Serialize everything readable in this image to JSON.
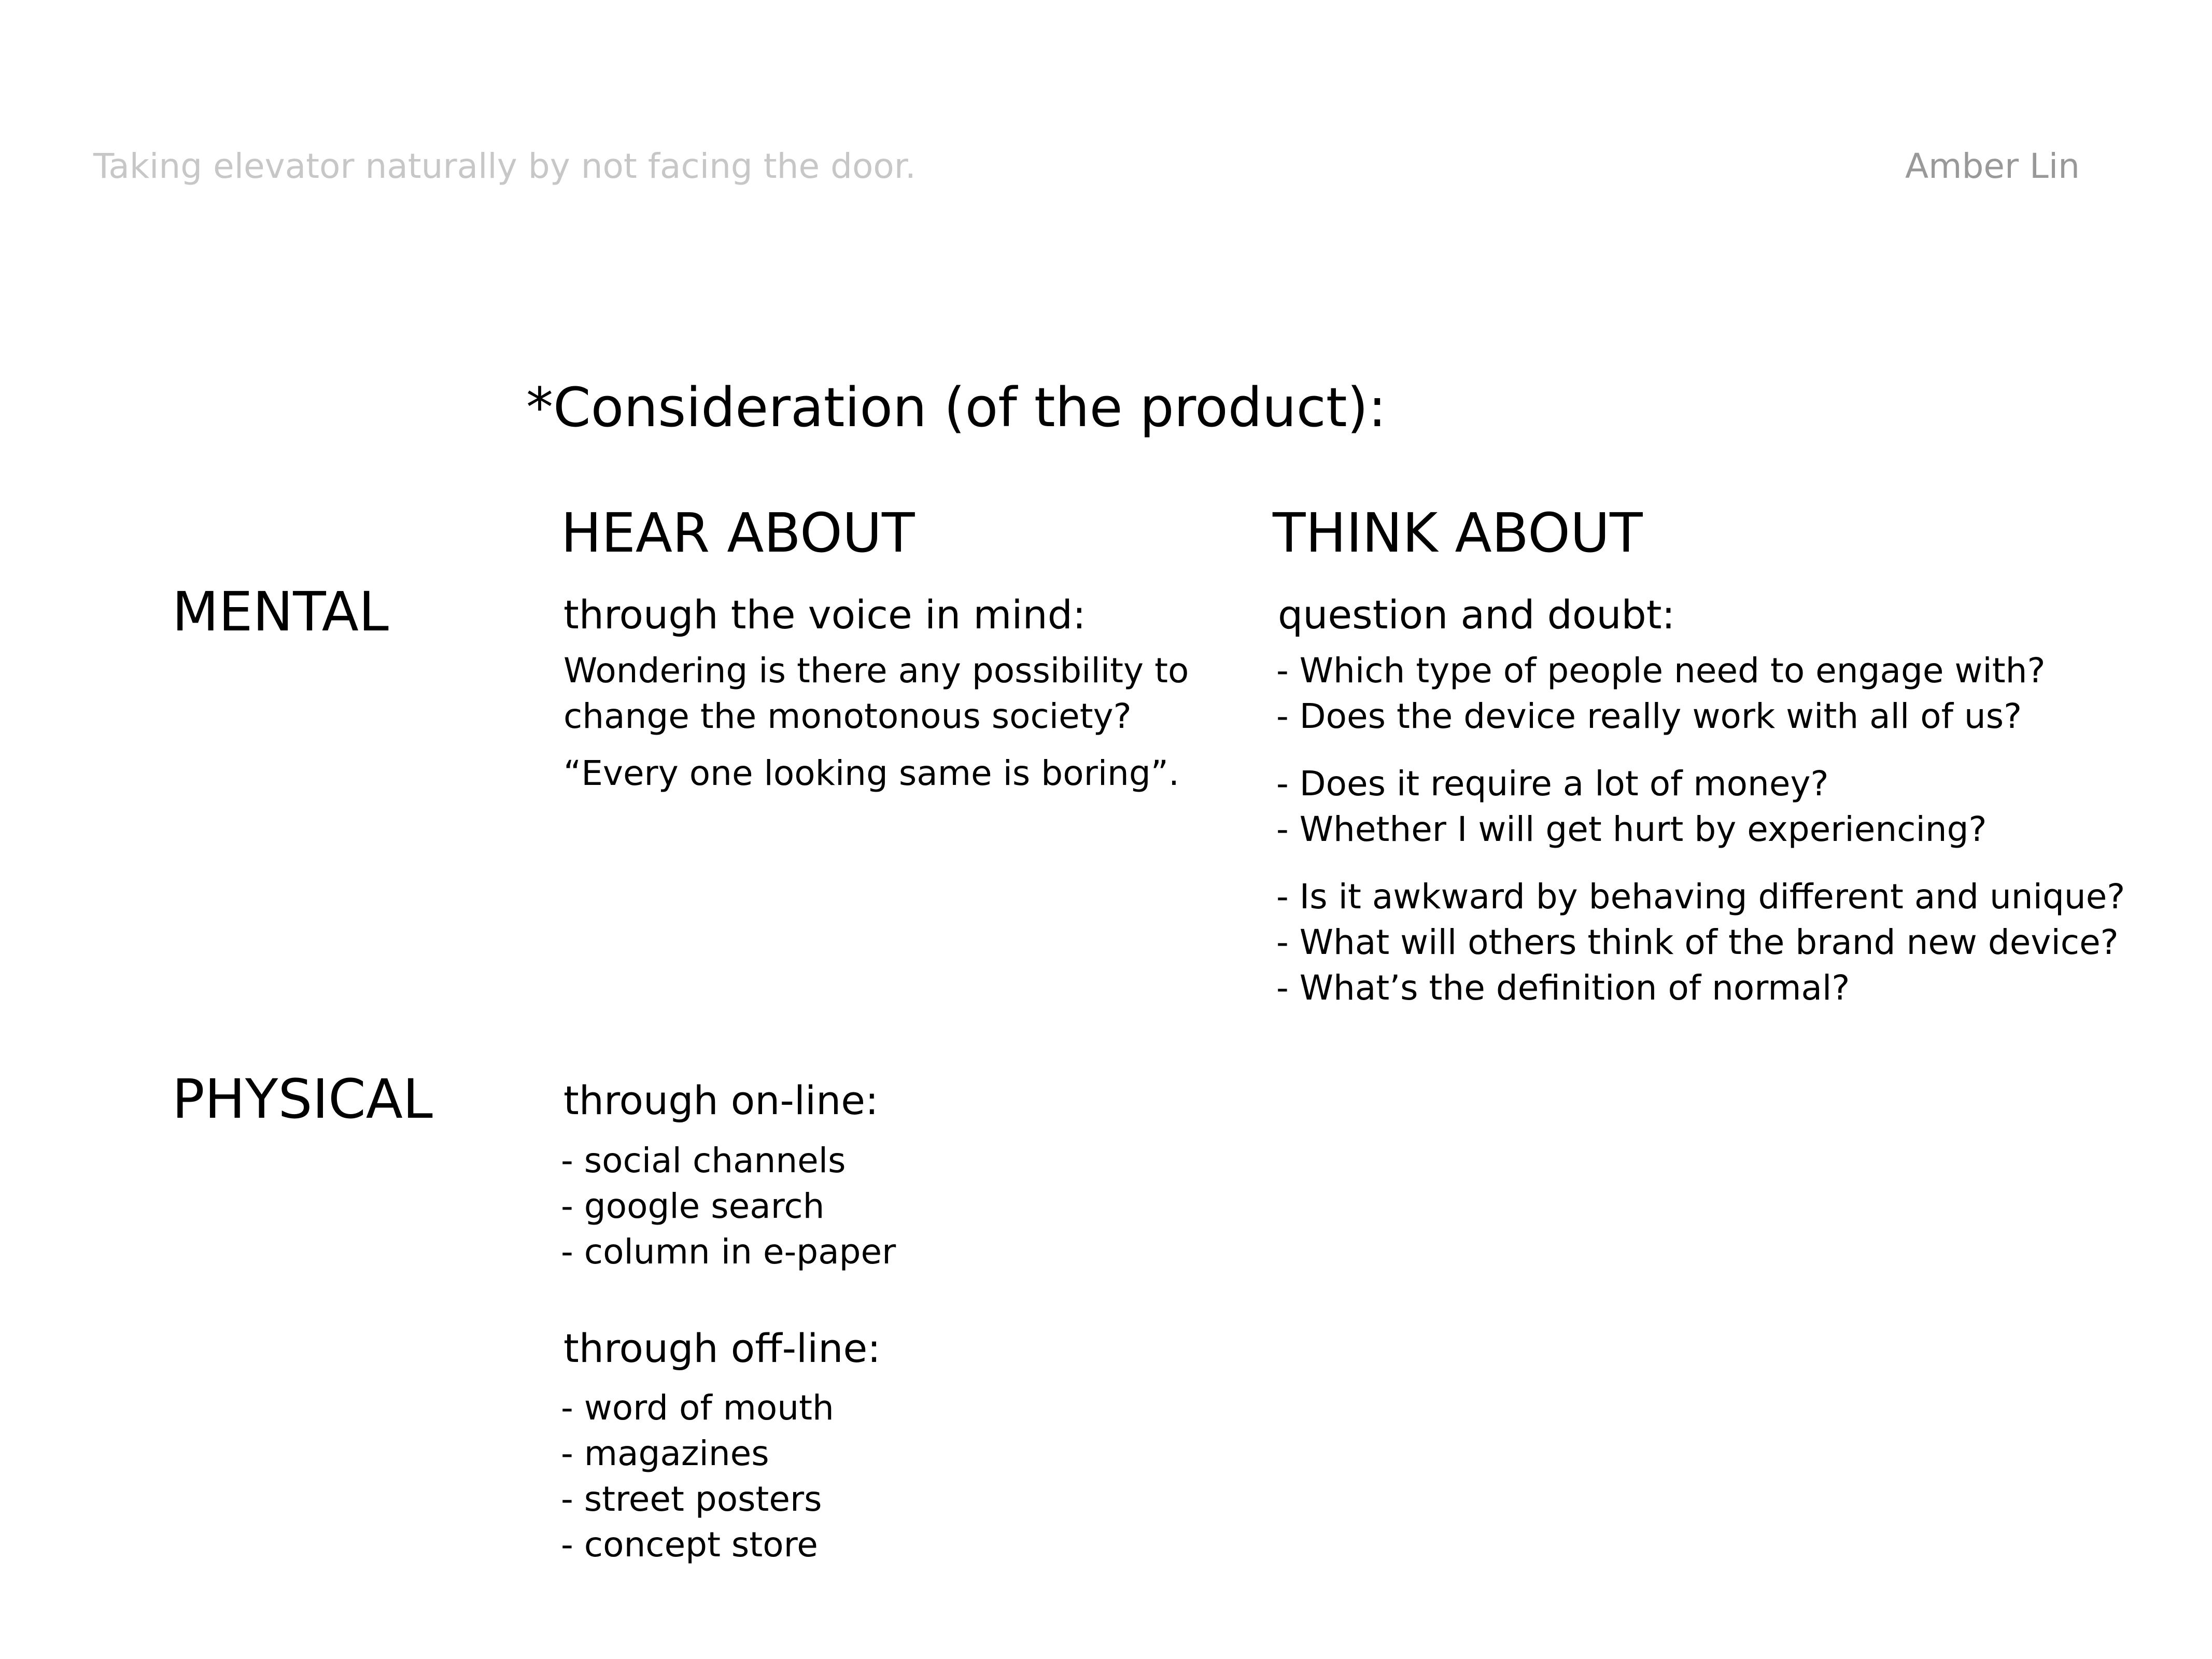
{
  "header": {
    "subtitle": "Taking elevator naturally by not facing the door.",
    "author": "Amber Lin"
  },
  "title": "*Consideration (of the product):",
  "columns": {
    "hear": "HEAR ABOUT",
    "think": "THINK ABOUT"
  },
  "rows": {
    "mental": "MENTAL",
    "physical": "PHYSICAL"
  },
  "mental": {
    "hear": {
      "heading": "through the voice in mind:",
      "lines": [
        "Wondering is there any possibility to",
        "change the monotonous society?",
        "“Every one looking same is boring”."
      ]
    },
    "think": {
      "heading": "question and doubt:",
      "groups": [
        [
          "- Which type of people need to engage with?",
          "- Does the device really work with all of us?"
        ],
        [
          "- Does it require a lot of money?",
          "- Whether I will get hurt by experiencing?"
        ],
        [
          "- Is it awkward by behaving different and unique?",
          "- What will others think of the brand new device?",
          "- What’s the definition of normal?"
        ]
      ]
    }
  },
  "physical": {
    "online": {
      "heading": "through on-line:",
      "items": [
        "- social channels",
        "- google search",
        "- column in e-paper"
      ]
    },
    "offline": {
      "heading": "through off-line:",
      "items": [
        "- word of mouth",
        "- magazines",
        "- street posters",
        "- concept store"
      ]
    }
  }
}
